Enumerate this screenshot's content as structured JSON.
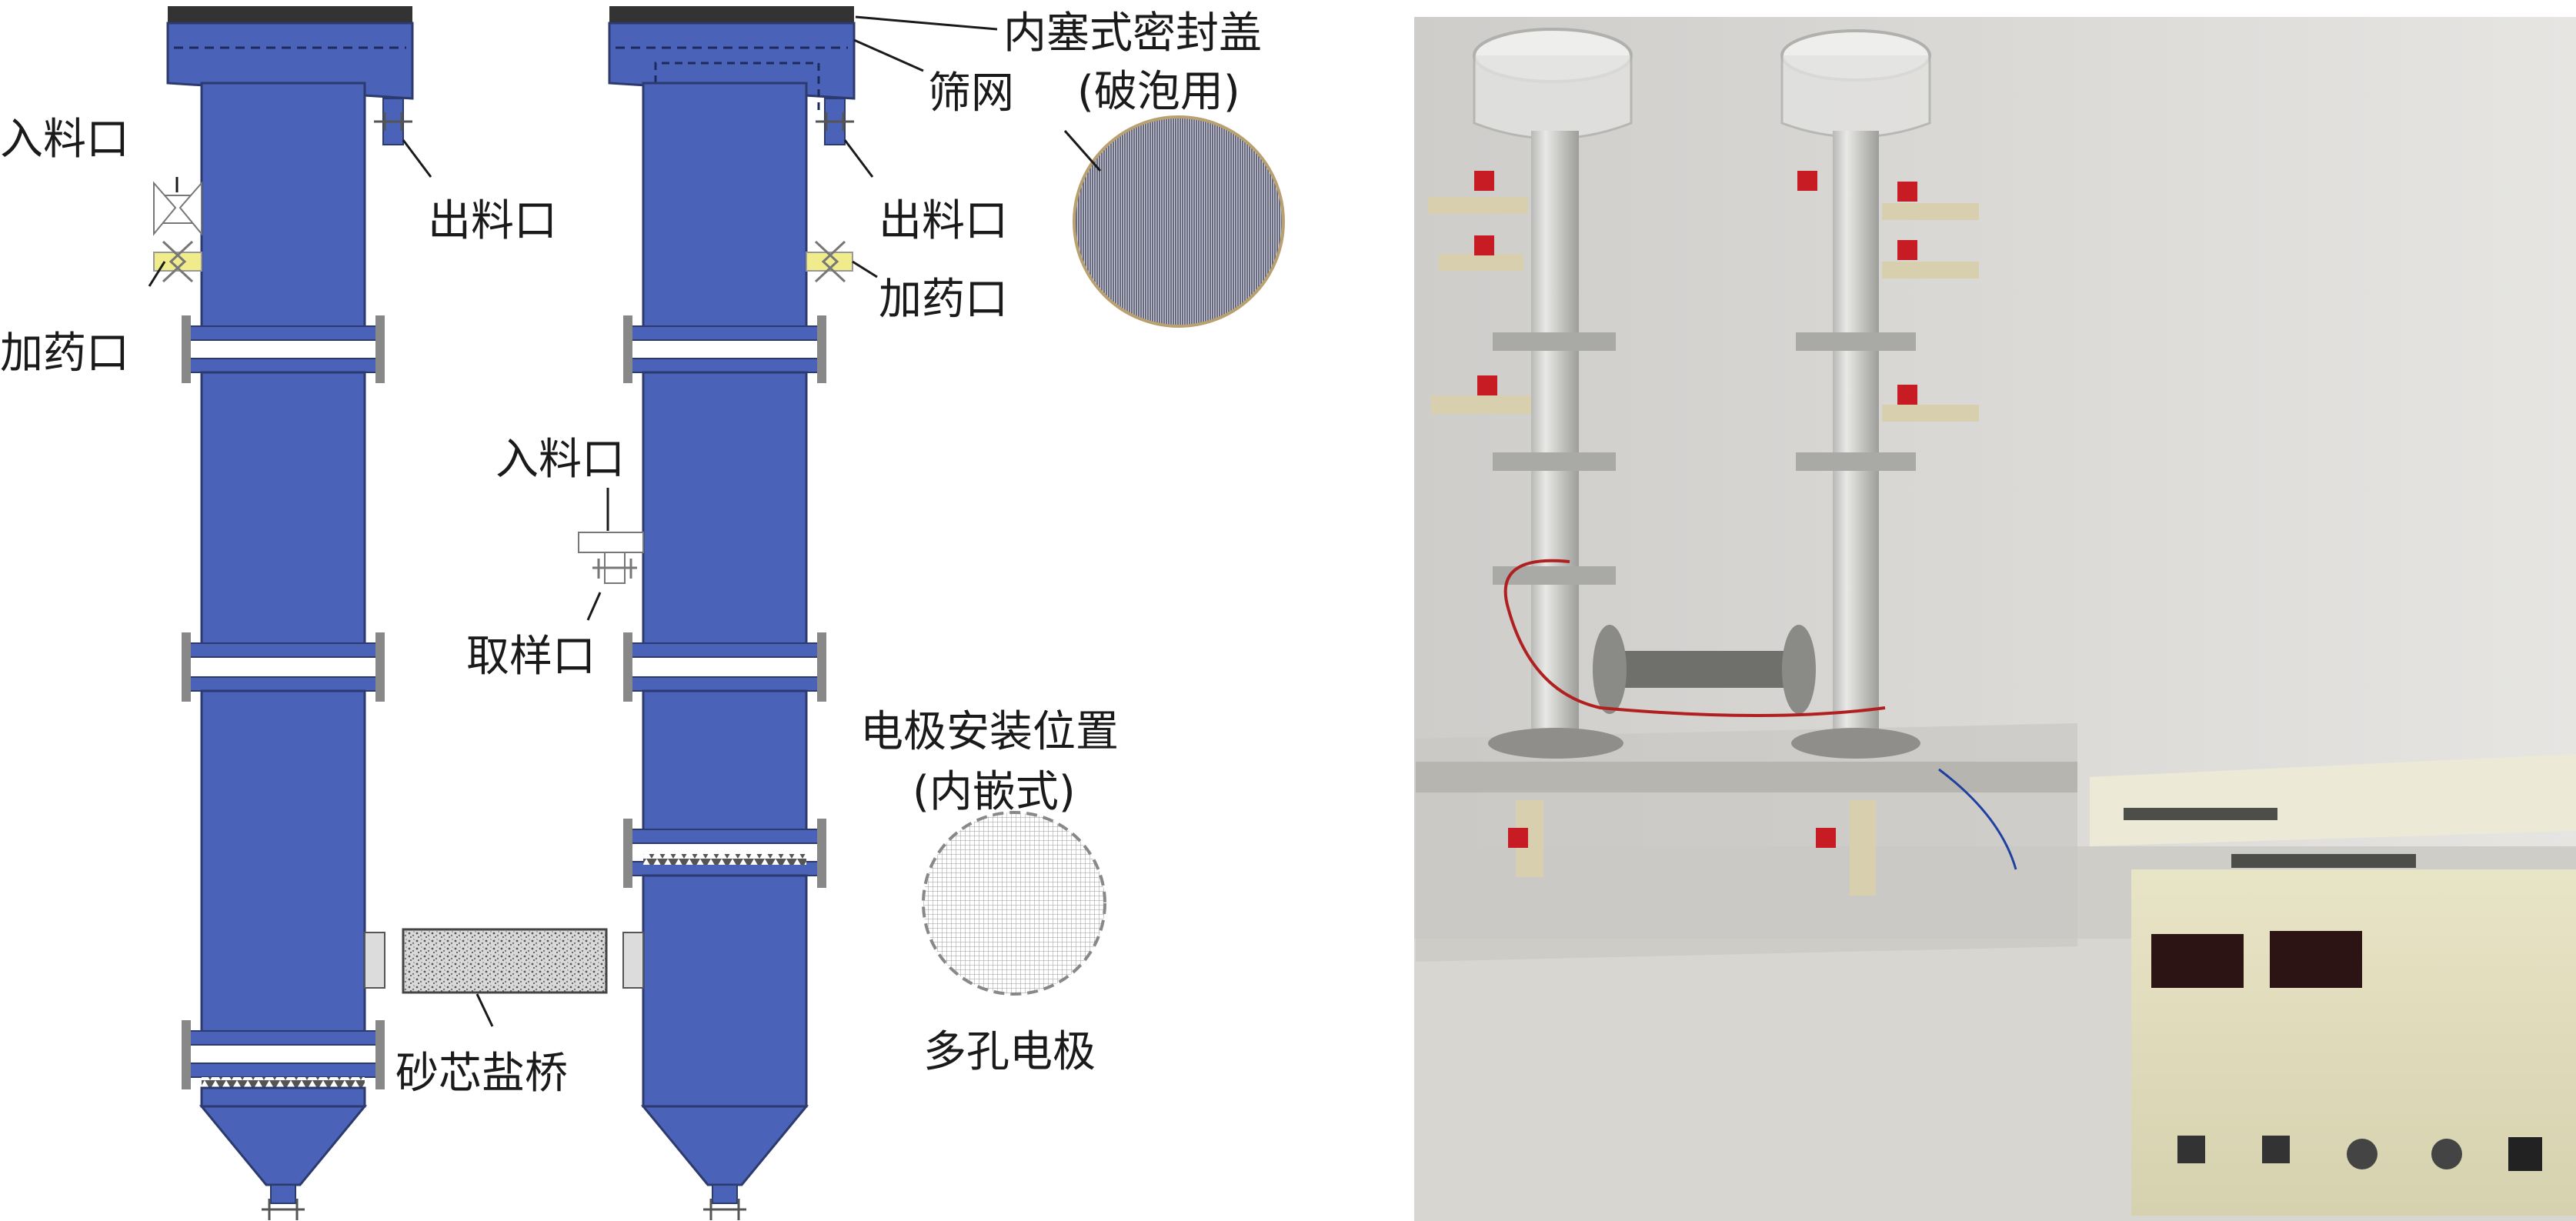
{
  "schematic": {
    "left_column": {
      "inlet": "入料口",
      "dosing_port": "加药口",
      "outlet": "出料口"
    },
    "right_column": {
      "seal_cap": "内塞式密封盖",
      "seal_cap_note": "(破泡用)",
      "screen": "筛网",
      "outlet": "出料口",
      "dosing_port": "加药口",
      "inlet": "入料口",
      "sampling_port": "取样口"
    },
    "salt_bridge": "砂芯盐桥",
    "electrode_position": "电极安装位置",
    "electrode_position_note": "(内嵌式)",
    "porous_electrode": "多孔电极"
  },
  "colors": {
    "column_blue": "#4a63b8",
    "column_outline": "#2c3a6e",
    "cap_dark": "#333333",
    "dosing_yellow": "#f0ec8c",
    "screen_fill": "#6b6e86"
  },
  "photo": {
    "description_visible": false
  }
}
